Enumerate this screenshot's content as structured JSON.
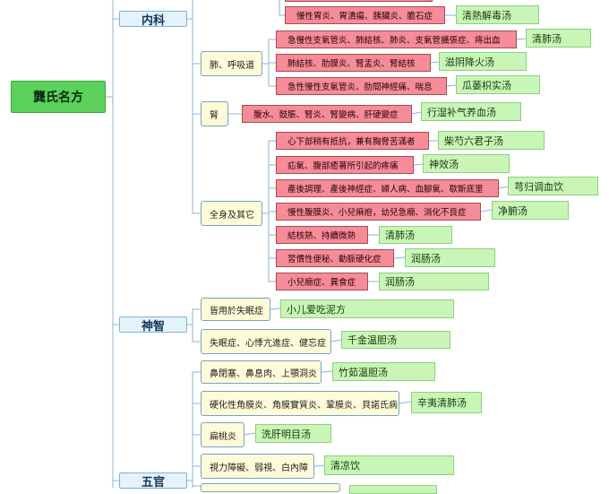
{
  "root": "龔氏名方",
  "categories": {
    "neike": "内科",
    "shenzhi": "神智",
    "wuguan": "五官"
  },
  "groups": {
    "huxi": "肺、呼吸道",
    "shen": "腎",
    "quanshen": "全身及其它",
    "shimian": "皆用於失眠症",
    "shimian2": "失眠症、心悸亢進症、健忘症",
    "bi": "鼻閉塞、鼻息肉、上顎洞炎",
    "yingbian": "硬化性角膜炎、角膜實質炎、鞏膜炎、貝諾氏病",
    "biantao": "扁桃炎",
    "shili": "視力障礙、弱視、白內障"
  },
  "diseases": {
    "d1": "慢性胃炎、胃潰瘍、胰臟炎、膽石症",
    "d2": "急慢性支氣管炎、肺結核、肺炎、支氣管擴張症、痔出血",
    "d3": "肺結核、肋膜炎、腎盂炎、腎結核",
    "d4": "急性慢性支氣管炎、肋間神經痛、喘息",
    "d5": "腹水、鼓脹、腎炎、腎變病、肝硬變症",
    "d6": "心下部稍有抵抗，兼有胸脅苦滿者",
    "d7": "疝氣、腹部癒著所引起的疼痛",
    "d8": "產後調理、產後神經症、婦人病、血腳氣、歇斯底里",
    "d9": "慢性腹膜炎、小兒痳疳，幼兒急癇、消化不良症",
    "d10": "結核熱、持續微熱",
    "d11": "習慣性便秘、動脈硬化症",
    "d12": "小兒癇症、異食症"
  },
  "remedies": {
    "r1": "清熱解毒汤",
    "r2": "清肺汤",
    "r3": "滋阴降火汤",
    "r4": "瓜蒌枳实汤",
    "r5": "行湿补气养血汤",
    "r6": "柴芍六君子汤",
    "r7": "神效汤",
    "r8": "芎归调血饮",
    "r9": "净腑汤",
    "r10": "清肺汤",
    "r11": "润肠汤",
    "r12": "润肠汤",
    "r13": "小儿爱吃泥方",
    "r14": "千金温胆汤",
    "r15": "竹茹温胆汤",
    "r16": "辛夷清肺汤",
    "r17": "洗肝明目汤",
    "r18": "清凉饮"
  },
  "colors": {
    "root_fill": "#5cd15c",
    "category_fill": "#e3f2fb",
    "group_fill": "#fdfbd8",
    "disease_fill": "#f58c98",
    "remedy_fill": "#c9f5b7",
    "connector": "#8fb3d3"
  }
}
